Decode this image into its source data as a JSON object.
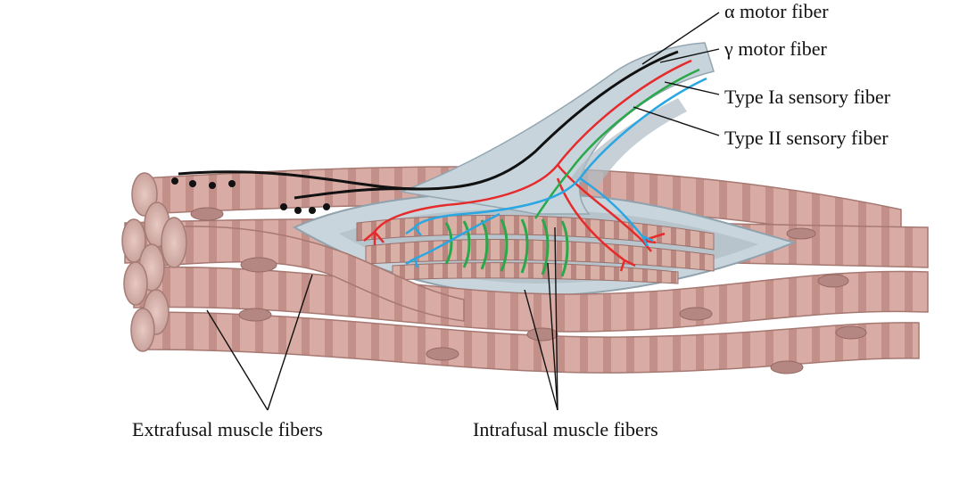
{
  "labels": {
    "alpha_motor": "α motor fiber",
    "gamma_motor": "γ motor fiber",
    "type_ia": "Type Ia sensory fiber",
    "type_ii": "Type II sensory fiber",
    "extrafusal": "Extrafusal muscle fibers",
    "intrafusal": "Intrafusal muscle fibers"
  },
  "colors": {
    "alpha_motor": "#111111",
    "gamma_motor": "#e52b2b",
    "type_ia": "#2aa84a",
    "type_ii": "#2aa7e0",
    "muscle": "#d7a9a2",
    "muscle_stripe": "#bd8c86",
    "capsule": "#c7d3da"
  }
}
